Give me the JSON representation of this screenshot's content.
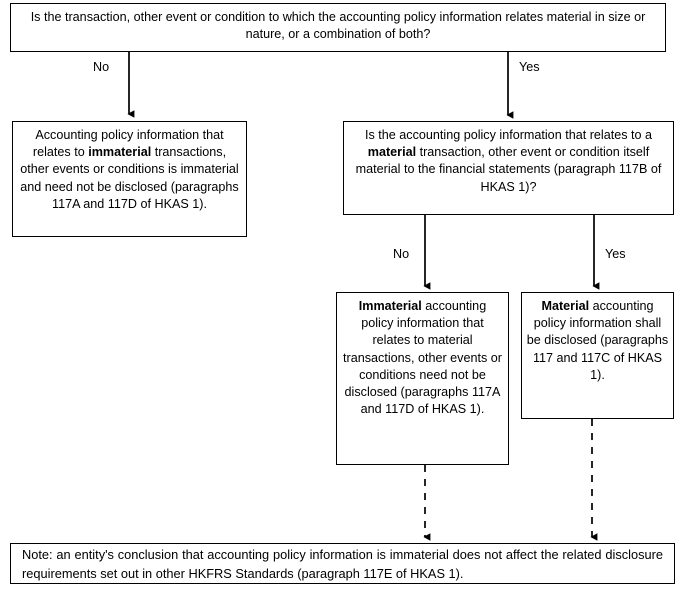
{
  "diagram": {
    "title": "Accounting policy information materiality decision flowchart",
    "nodes": {
      "question1": {
        "line1": "Is the transaction, other event or condition to which the accounting policy information relates material in",
        "line2": "size or nature, or a combination of both?",
        "full_text": "Is the transaction, other event or condition to which the accounting policy information relates material in size or nature, or a combination of both?"
      },
      "immaterial_outcome_left": {
        "pre": "Accounting policy information that relates to ",
        "bold": "immaterial",
        "post": " transactions, other events or conditions is immaterial and need not be disclosed (paragraphs 117A and 117D of HKAS 1).",
        "full_text": "Accounting policy information that relates to immaterial transactions, other events or conditions is immaterial and need not be disclosed (paragraphs 117A and 117D of HKAS 1)."
      },
      "question2": {
        "pre": "Is the accounting policy information that relates to a ",
        "bold": "material",
        "post": " transaction, other event or condition itself material to the financial statements (paragraph 117B of HKAS 1)?",
        "full_text": "Is the accounting policy information that relates to a material transaction, other event or condition itself material to the financial statements (paragraph 117B of HKAS 1)?"
      },
      "immaterial_outcome_mid": {
        "bold": "Immaterial",
        "post": " accounting policy information that relates to material transactions, other events or conditions need not be disclosed (paragraphs 117A and 117D of HKAS 1).",
        "full_text": "Immaterial accounting policy information that relates to material transactions, other events or conditions need not be disclosed (paragraphs 117A and 117D of HKAS 1)."
      },
      "material_outcome_right": {
        "bold": "Material",
        "post": " accounting policy information shall be disclosed (paragraphs 117 and 117C of HKAS 1).",
        "full_text": "Material accounting policy information shall be disclosed (paragraphs 117 and 117C of HKAS 1)."
      },
      "note": {
        "full_text": "Note: an entity's conclusion that accounting policy information is immaterial does not affect the related disclosure requirements set out in other HKFRS Standards (paragraph 117E of HKAS 1)."
      }
    },
    "edge_labels": {
      "q1_no": "No",
      "q1_yes": "Yes",
      "q2_no": "No",
      "q2_yes": "Yes"
    },
    "colors": {
      "stroke": "#000000",
      "fill": "#ffffff",
      "text": "#000000"
    }
  }
}
